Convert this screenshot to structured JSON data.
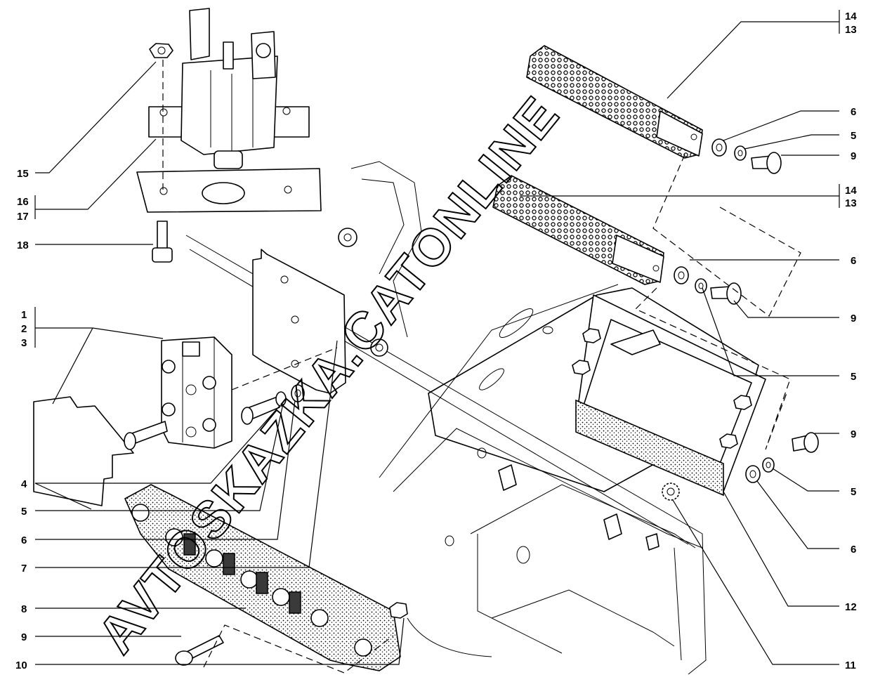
{
  "watermark": "AVTOSKAZKA.CATONLINE",
  "callouts_left": {
    "c15": "15",
    "c16": "16",
    "c17": "17",
    "c18": "18",
    "c1": "1",
    "c2": "2",
    "c3": "3",
    "c4": "4",
    "c5": "5",
    "c6": "6",
    "c7": "7",
    "c8": "8",
    "c9": "9",
    "c10": "10"
  },
  "callouts_right": {
    "c14a": "14",
    "c13a": "13",
    "c6a": "6",
    "c5a": "5",
    "c9a": "9",
    "c14b": "14",
    "c13b": "13",
    "c6b": "6",
    "c9b": "9",
    "c5b": "5",
    "c9c": "9",
    "c5c": "5",
    "c6c": "6",
    "c12": "12",
    "c11": "11"
  }
}
